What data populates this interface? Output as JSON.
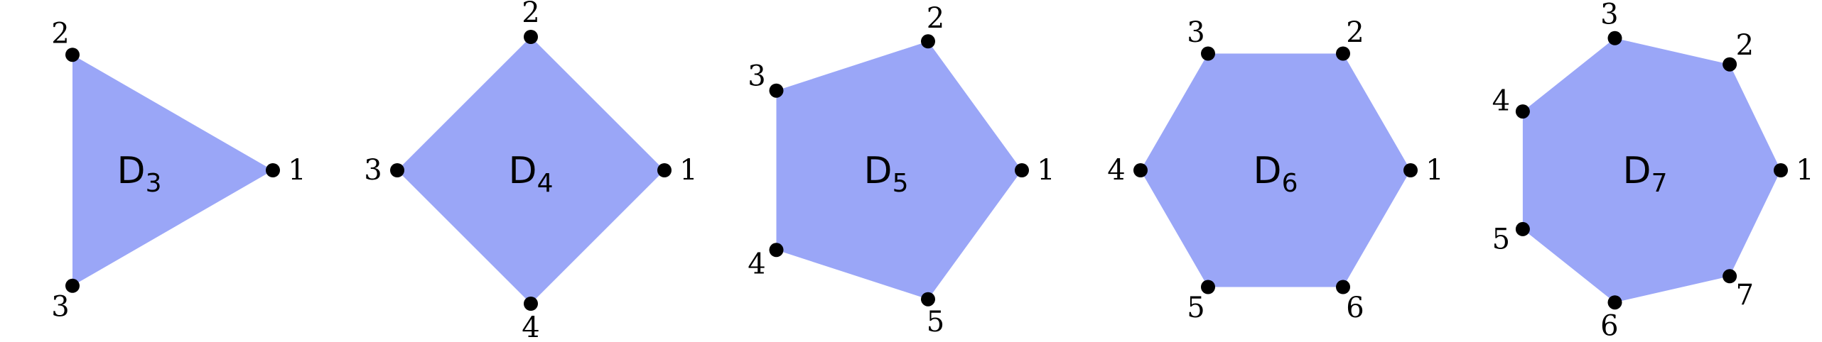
{
  "colors": {
    "fill": "#9aa6f7",
    "vertex": "#000000",
    "text": "#000000"
  },
  "polygons": [
    {
      "letter": "D",
      "sub": "3",
      "labels": [
        "1",
        "2",
        "3"
      ]
    },
    {
      "letter": "D",
      "sub": "4",
      "labels": [
        "1",
        "2",
        "3",
        "4"
      ]
    },
    {
      "letter": "D",
      "sub": "5",
      "labels": [
        "1",
        "2",
        "3",
        "4",
        "5"
      ]
    },
    {
      "letter": "D",
      "sub": "6",
      "labels": [
        "1",
        "2",
        "3",
        "4",
        "5",
        "6"
      ]
    },
    {
      "letter": "D",
      "sub": "7",
      "labels": [
        "1",
        "2",
        "3",
        "4",
        "5",
        "6",
        "7"
      ]
    }
  ]
}
